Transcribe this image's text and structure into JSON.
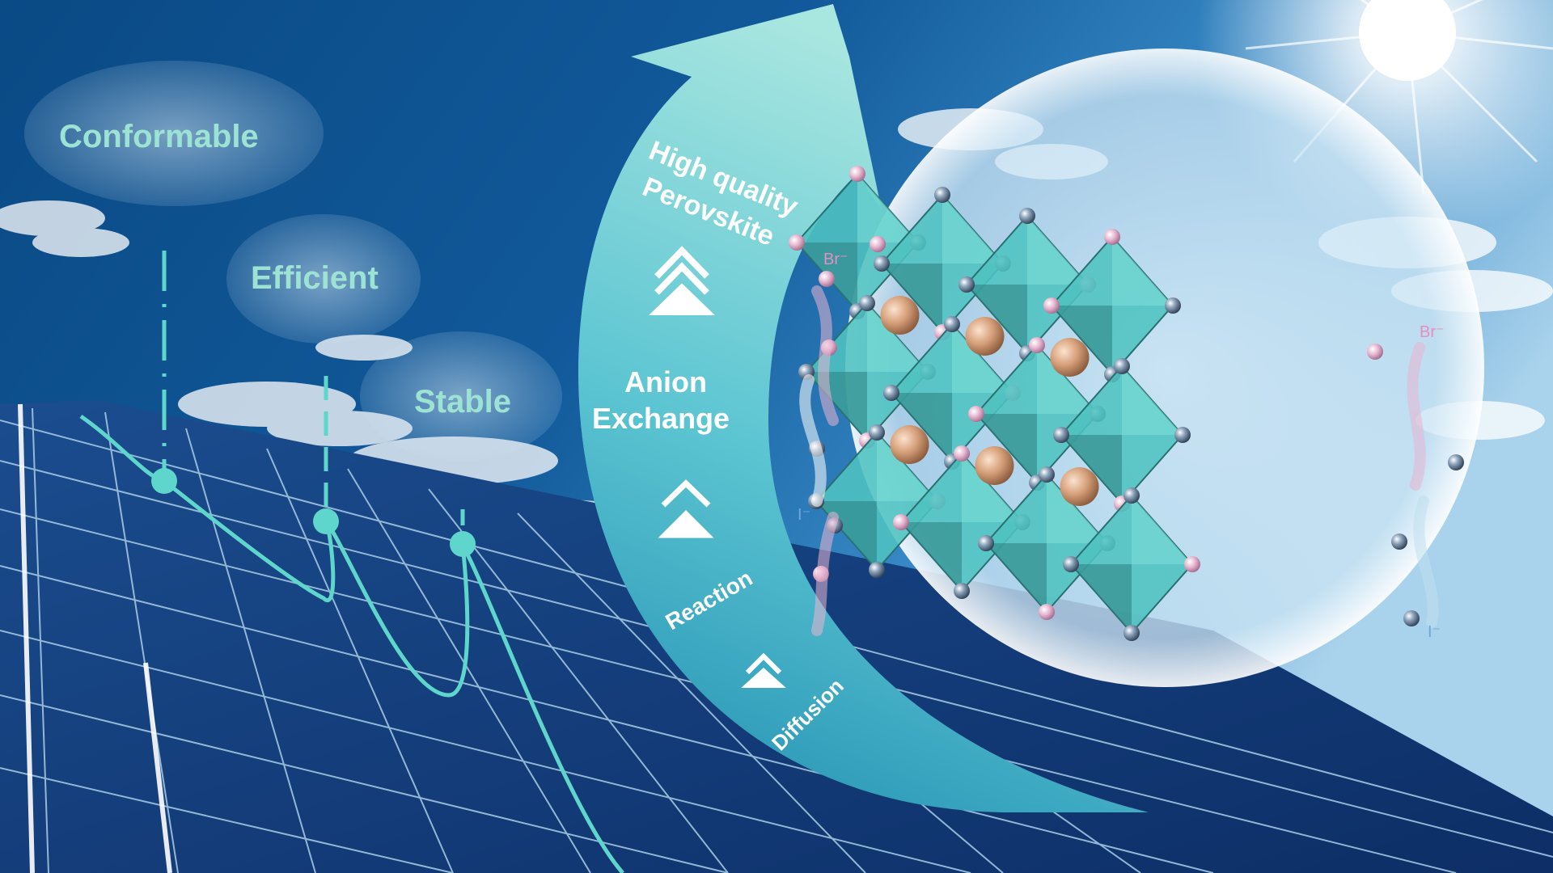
{
  "colors": {
    "sky_top": "#0a4f8a",
    "sky_mid": "#2a7fc0",
    "sky_light": "#cfe6f4",
    "panel_cell": "#143a7a",
    "panel_line": "#9fc6e0",
    "accent": "#5fd6cc",
    "arrow_fill": "#7fd3d9",
    "octahedron": "#4fc3c0",
    "ion_i": "#9cb6cf",
    "ion_br": "#e6a8cf",
    "cation": "#d8a27a"
  },
  "feature_labels": {
    "conformable": "Conformable",
    "efficient": "Efficient",
    "stable": "Stable"
  },
  "arrow_labels": {
    "high_quality": "High quality",
    "perovskite": "Perovskite",
    "anion": "Anion",
    "exchange": "Exchange",
    "reaction": "Reaction",
    "diffusion": "Diffusion"
  },
  "ion_labels": {
    "br_left": "Br⁻",
    "br_right": "Br⁻",
    "i_left": "I⁻",
    "i_right": "I⁻"
  },
  "icons": [
    "sun-icon",
    "triple-chevron-up-icon",
    "double-chevron-up-icon",
    "single-chevron-up-icon"
  ]
}
